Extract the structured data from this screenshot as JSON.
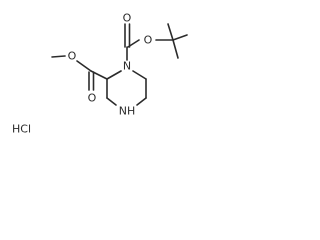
{
  "structure": {
    "atoms": {
      "carbonyl_o_left": "O",
      "ester_o_left": "O",
      "ring_n_top": "N",
      "carbonyl_o_top": "O",
      "ester_o_top": "O",
      "ring_nh": "NH"
    },
    "salt": "HCl"
  }
}
